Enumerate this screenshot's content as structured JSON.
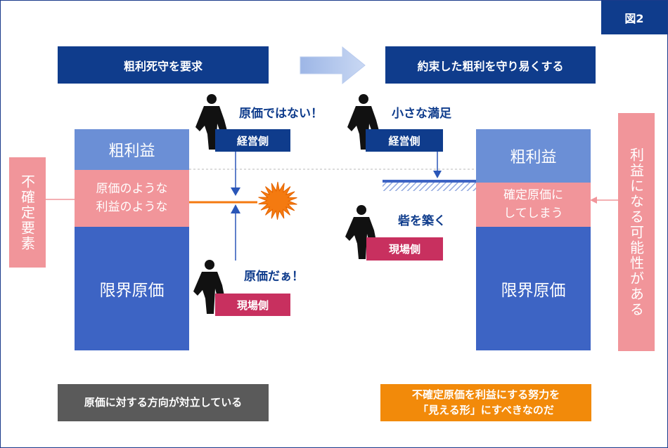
{
  "figure_label": "図2",
  "top_banners": {
    "left": "粗利死守を要求",
    "right": "約束した粗利を守り易くする"
  },
  "left_column": {
    "top": "粗利益",
    "mid_line1": "原価のような",
    "mid_line2": "利益のような",
    "bottom": "限界原価"
  },
  "right_column": {
    "top": "粗利益",
    "mid_line1": "確定原価に",
    "mid_line2": "してしまう",
    "bottom": "限界原価"
  },
  "left_side_label": "不確定要素",
  "right_side_label": "利益になる可能性がある",
  "figures": {
    "mgmt_left": {
      "speech": "原価ではない！",
      "badge": "経営側"
    },
    "site_left": {
      "speech": "原価だぁ！",
      "badge": "現場側"
    },
    "mgmt_right": {
      "speech": "小さな満足",
      "badge": "経営側"
    },
    "site_right": {
      "speech": "砦を築く",
      "badge": "現場側"
    }
  },
  "bottom_notes": {
    "left": "原価に対する方向が対立している",
    "right_line1": "不確定原価を利益にする努力を",
    "right_line2": "「見える形」にすべきなのだ"
  },
  "colors": {
    "navy": "#0f3c8c",
    "crimson": "#c8305f",
    "bar_top": "#6b8fd6",
    "bar_mid": "#f1959a",
    "bar_bottom": "#3d64c4",
    "side_pink": "#f1959a",
    "note_gray": "#5a5a5a",
    "note_orange": "#f28a0a",
    "burst": "#f47a10"
  }
}
